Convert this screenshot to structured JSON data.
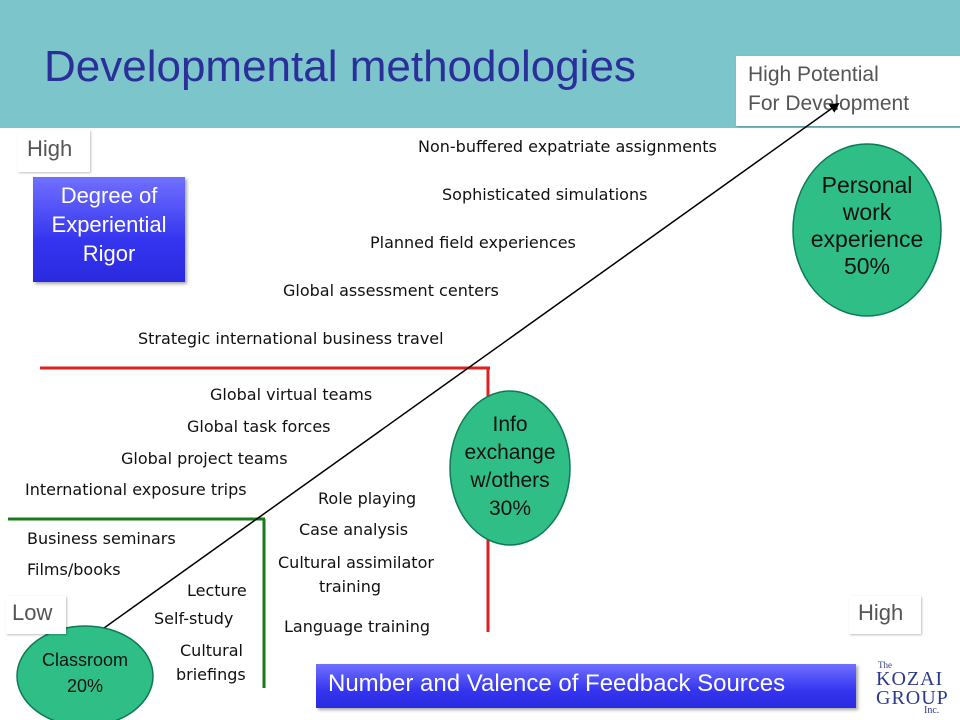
{
  "title": "Developmental methodologies",
  "corner_label": [
    "High Potential",
    "For Development"
  ],
  "y_axis": {
    "high_label": "High",
    "low_label": "Low",
    "title_lines": [
      "Degree of",
      "Experiential",
      "Rigor"
    ]
  },
  "x_axis": {
    "high_label": "High",
    "title": "Number and Valence of Feedback Sources"
  },
  "tiers": {
    "classroom": {
      "lines": [
        "Classroom",
        "20%"
      ],
      "color": "#2fbf86"
    },
    "info_exchange": {
      "lines": [
        "Info",
        "exchange",
        "w/others",
        "30%"
      ],
      "color": "#2fbf86"
    },
    "personal_work": {
      "lines": [
        "Personal",
        "work",
        "experience",
        "50%"
      ],
      "color": "#2fbf86"
    }
  },
  "methodologies": {
    "top": [
      "Non-buffered expatriate assignments",
      "Sophisticated simulations",
      "Planned field experiences",
      "Global assessment centers",
      "Strategic international business travel"
    ],
    "middle": [
      "Global virtual teams",
      "Global task forces",
      "Global project teams",
      "International exposure trips"
    ],
    "middle_right": [
      "Role playing",
      "Case analysis",
      "Cultural assimilator",
      "training",
      "Language training"
    ],
    "bottom": [
      "Business seminars",
      "Films/books",
      "Lecture",
      "Self-study",
      "Cultural",
      "briefings"
    ]
  },
  "logo": {
    "the": "The",
    "line1": "KOZAI",
    "line2": "GROUP",
    "inc": "Inc."
  },
  "colors": {
    "header": "#7cc6cb",
    "title": "#2b2f9a",
    "red_boundary": "#e02020",
    "green_boundary": "#1a7a1a",
    "circle": "#2fbf86"
  }
}
